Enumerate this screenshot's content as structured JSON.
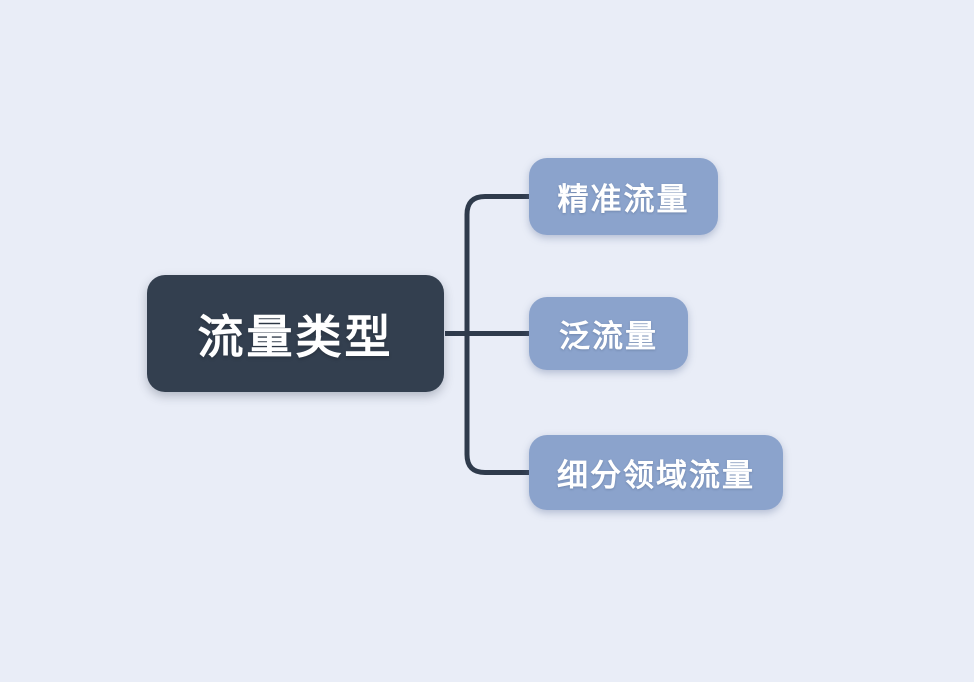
{
  "app": {
    "type": "mindmap-diagram",
    "background_color": "#e9edf7"
  },
  "diagram": {
    "root": {
      "label": "流量类型",
      "bg_color": "#333f4f",
      "text_color": "#ffffff"
    },
    "children": [
      {
        "label": "精准流量"
      },
      {
        "label": "泛流量"
      },
      {
        "label": "细分领域流量"
      }
    ],
    "child_bg_color": "#8ba3cc",
    "child_text_color": "#ffffff",
    "connector_color": "#2f3b4c"
  }
}
